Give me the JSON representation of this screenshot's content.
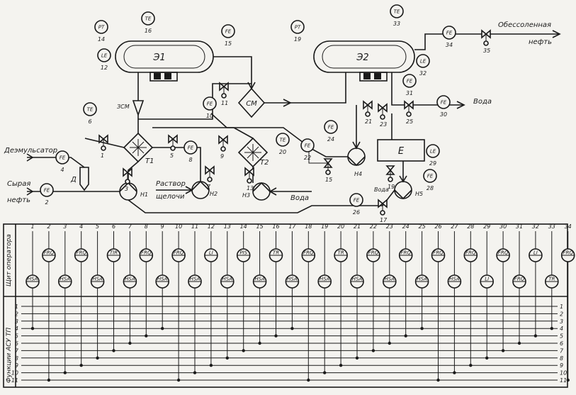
{
  "equipment": {
    "e1": "Э1",
    "e2": "Э2",
    "sm": "СМ",
    "e": "Е",
    "t1": "Т1",
    "t2": "Т2",
    "n1": "Н1",
    "n2": "Н2",
    "n3": "Н3",
    "n4": "Н4",
    "n5": "Н5",
    "zsm": "ЗСМ",
    "d": "Д"
  },
  "streams": {
    "demulsifier": "Деэмульсатор",
    "raw_oil_1": "Сырая",
    "raw_oil_2": "нефть",
    "lye_1": "Раствор",
    "lye_2": "щелочи",
    "water_in": "Вода",
    "water_out": "Вода",
    "water_e": "Вода",
    "desalted_1": "Обессоленная",
    "desalted_2": "нефть"
  },
  "instruments": [
    {
      "tag": "PT",
      "num": "14"
    },
    {
      "tag": "TE",
      "num": "16"
    },
    {
      "tag": "FE",
      "num": "15"
    },
    {
      "tag": "LE",
      "num": "12"
    },
    {
      "tag": "PT",
      "num": "19"
    },
    {
      "tag": "TE",
      "num": "33"
    },
    {
      "tag": "FE",
      "num": "34"
    },
    {
      "tag": "LE",
      "num": "32"
    },
    {
      "tag": "FE",
      "num": "31"
    },
    {
      "tag": "FE",
      "num": "30"
    },
    {
      "tag": "TE",
      "num": "6"
    },
    {
      "tag": "FE",
      "num": "10"
    },
    {
      "tag": "FE",
      "num": "8"
    },
    {
      "tag": "TE",
      "num": "20"
    },
    {
      "tag": "FE",
      "num": "24"
    },
    {
      "tag": "FE",
      "num": "22"
    },
    {
      "tag": "LE",
      "num": "29"
    },
    {
      "tag": "FE",
      "num": "28"
    },
    {
      "tag": "FE",
      "num": "4"
    },
    {
      "tag": "FE",
      "num": "2"
    },
    {
      "tag": "FE",
      "num": "26"
    }
  ],
  "valve_numbers": [
    "35",
    "11",
    "1",
    "5",
    "3",
    "7",
    "9",
    "13",
    "21",
    "23",
    "25",
    "15",
    "19",
    "17"
  ],
  "panel": {
    "row_label_1": "Щит оператора",
    "row_label_2": "Функции АСУ ТП",
    "columns": [
      "1",
      "2",
      "3",
      "4",
      "5",
      "6",
      "7",
      "8",
      "9",
      "10",
      "11",
      "12",
      "13",
      "14",
      "15",
      "16",
      "17",
      "18",
      "19",
      "20",
      "21",
      "22",
      "23",
      "24",
      "25",
      "26",
      "27",
      "28",
      "29",
      "30",
      "31",
      "32",
      "33",
      "34"
    ],
    "upper_tags": [
      {
        "col": 2,
        "tag": "FRQ"
      },
      {
        "col": 4,
        "tag": "FRQ"
      },
      {
        "col": 6,
        "tag": "TIR"
      },
      {
        "col": 8,
        "tag": "FRQ"
      },
      {
        "col": 10,
        "tag": "FRQ"
      },
      {
        "col": 12,
        "tag": "LI"
      },
      {
        "col": 14,
        "tag": "PIS"
      },
      {
        "col": 16,
        "tag": "TR"
      },
      {
        "col": 18,
        "tag": "FRQ"
      },
      {
        "col": 20,
        "tag": "TR"
      },
      {
        "col": 22,
        "tag": "FRQ"
      },
      {
        "col": 24,
        "tag": "FRQ"
      },
      {
        "col": 26,
        "tag": "FRQ"
      },
      {
        "col": 28,
        "tag": "FRQ"
      },
      {
        "col": 30,
        "tag": "FRQ"
      },
      {
        "col": 32,
        "tag": "LI"
      },
      {
        "col": 34,
        "tag": "FRQ"
      }
    ],
    "lower_tags": [
      {
        "col": 1,
        "tag": "HSA"
      },
      {
        "col": 3,
        "tag": "HSA"
      },
      {
        "col": 5,
        "tag": "HSA"
      },
      {
        "col": 7,
        "tag": "HSA"
      },
      {
        "col": 9,
        "tag": "HSA"
      },
      {
        "col": 11,
        "tag": "HSA"
      },
      {
        "col": 13,
        "tag": "HSA"
      },
      {
        "col": 15,
        "tag": "HSA"
      },
      {
        "col": 17,
        "tag": "HSA"
      },
      {
        "col": 19,
        "tag": "HSA"
      },
      {
        "col": 21,
        "tag": "HSA"
      },
      {
        "col": 23,
        "tag": "HSA"
      },
      {
        "col": 25,
        "tag": "HSA"
      },
      {
        "col": 27,
        "tag": "HSA"
      },
      {
        "col": 29,
        "tag": "LI"
      },
      {
        "col": 31,
        "tag": "FRQ"
      },
      {
        "col": 33,
        "tag": "TR"
      }
    ],
    "functions": [
      "1",
      "2",
      "3",
      "4",
      "5",
      "6",
      "7",
      "8",
      "9",
      "10",
      "11"
    ]
  }
}
